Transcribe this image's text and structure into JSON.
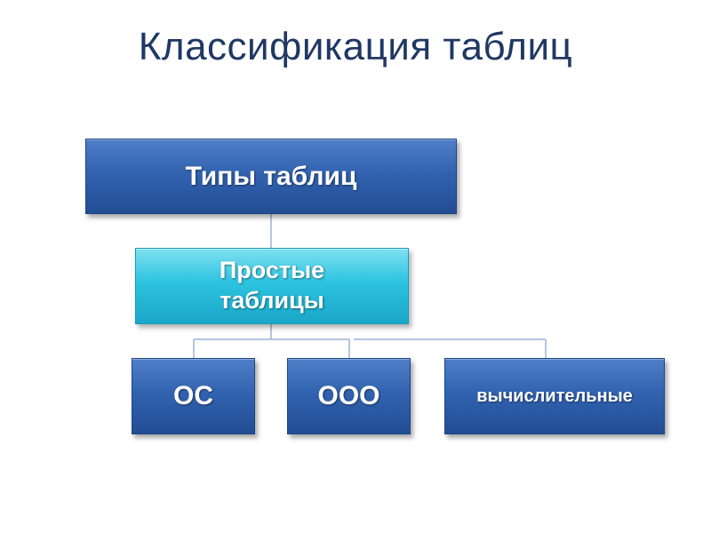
{
  "title": "Классификация таблиц",
  "nodes": {
    "root": "Типы таблиц",
    "middle_line1": "Простые",
    "middle_line2": "таблицы",
    "leaves": [
      "ОС",
      "ООО",
      "вычислительные"
    ]
  },
  "colors": {
    "title": "#1f3864",
    "dark_box": "#3263b0",
    "light_box": "#2cc3e0",
    "connector": "#9db3d6"
  }
}
